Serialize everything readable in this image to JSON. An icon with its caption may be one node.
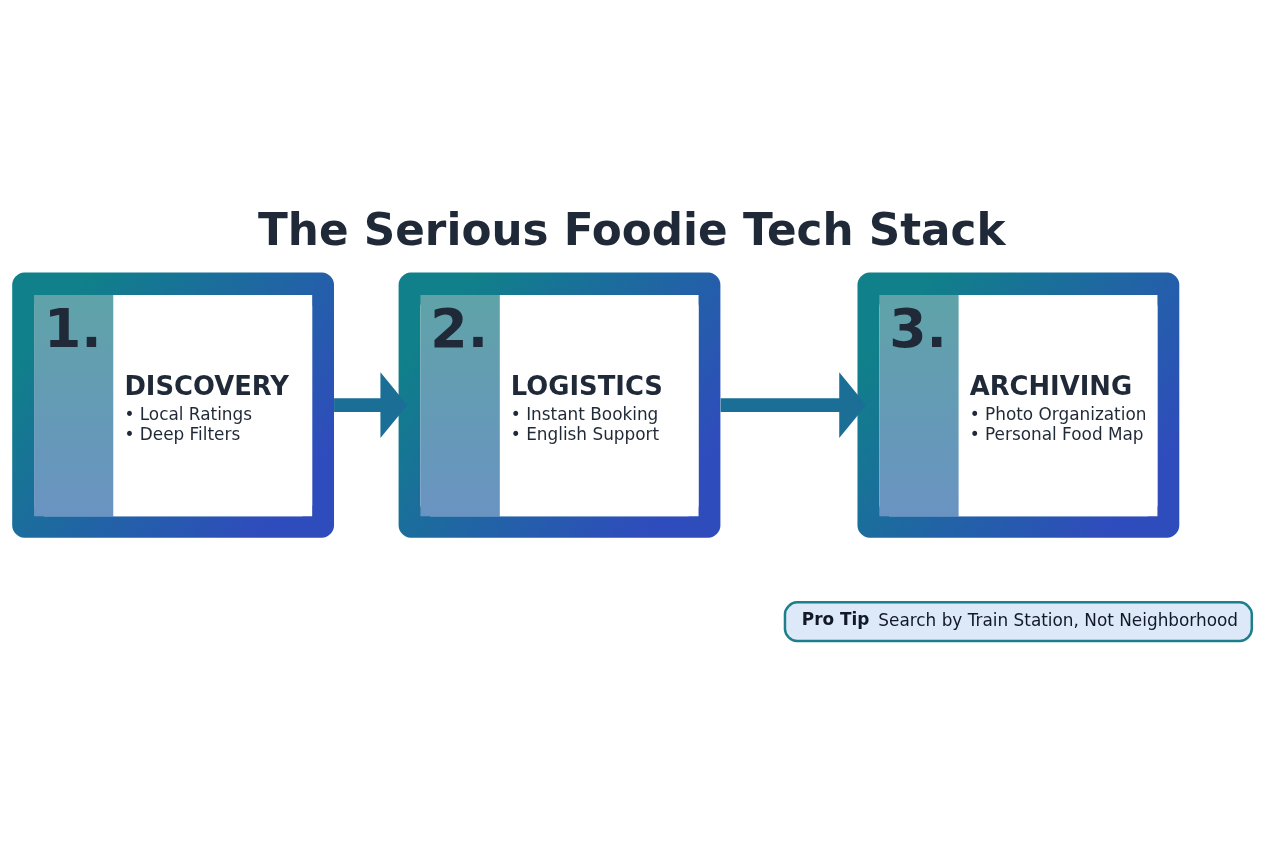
{
  "diagram": {
    "title": "The Serious Foodie Tech Stack",
    "nodes": [
      {
        "text": [
          "1.",
          "DISCOVERY",
          "• Local Ratings",
          "• Deep Filters"
        ]
      },
      {
        "text": [
          "2.",
          "LOGISTICS",
          "• Instant Booking",
          "• English Support"
        ]
      },
      {
        "text": [
          "3.",
          "ARCHIVING",
          "• Photo Organization",
          "• Personal Food Map"
        ]
      },
      {
        "text": [
          "Pro Tip",
          "Search by Train Station, Not Neighborhood"
        ]
      }
    ],
    "edges": [
      {
        "from": 0,
        "to": 1,
        "arrow": "to"
      },
      {
        "from": 1,
        "to": 2,
        "arrow": "to"
      }
    ]
  }
}
